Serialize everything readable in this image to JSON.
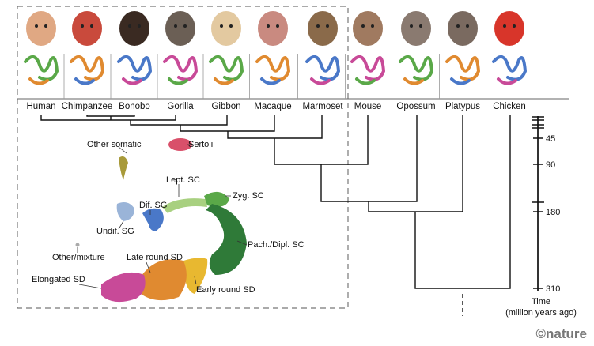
{
  "species": [
    {
      "name": "Human",
      "color": "#e0a883"
    },
    {
      "name": "Chimpanzee",
      "color": "#c94a3c"
    },
    {
      "name": "Bonobo",
      "color": "#3a2a22"
    },
    {
      "name": "Gorilla",
      "color": "#6b5f55"
    },
    {
      "name": "Gibbon",
      "color": "#e3c9a0"
    },
    {
      "name": "Macaque",
      "color": "#c98a80"
    },
    {
      "name": "Marmoset",
      "color": "#8a6a4a"
    },
    {
      "name": "Mouse",
      "color": "#a07a60"
    },
    {
      "name": "Opossum",
      "color": "#8a7a70"
    },
    {
      "name": "Platypus",
      "color": "#7a6a60"
    },
    {
      "name": "Chicken",
      "color": "#d8352a"
    }
  ],
  "cell_types": [
    {
      "label": "Other somatic",
      "color": "#a89a3a"
    },
    {
      "label": "Sertoli",
      "color": "#d9506a"
    },
    {
      "label": "Lept. SC",
      "color": "#a8d080"
    },
    {
      "label": "Zyg. SC",
      "color": "#5aa848"
    },
    {
      "label": "Dif. SG",
      "color": "#4a78c8"
    },
    {
      "label": "Undif. SG",
      "color": "#9ab4d8"
    },
    {
      "label": "Pach./Dipl. SC",
      "color": "#2f7a38"
    },
    {
      "label": "Other/mixture",
      "color": "#aaaaaa"
    },
    {
      "label": "Late round SD",
      "color": "#e08a30"
    },
    {
      "label": "Elongated SD",
      "color": "#c84a98"
    },
    {
      "label": "Early round SD",
      "color": "#e8b830"
    }
  ],
  "time_axis": {
    "ticks": [
      "45",
      "90",
      "180",
      "310"
    ],
    "title_line1": "Time",
    "title_line2": "(million years ago)"
  },
  "credit": "©nature"
}
